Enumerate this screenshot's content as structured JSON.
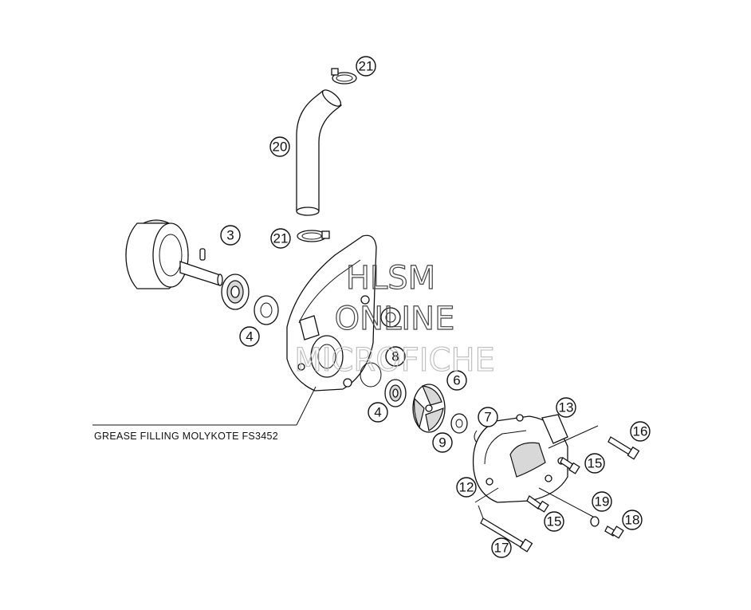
{
  "annotation": {
    "text": "GREASE FILLING MOLYKOTE FS3452"
  },
  "watermark": {
    "line1": "HLSM",
    "line2": "ONLINE",
    "line3": "MICROFICHE"
  },
  "callouts": [
    {
      "id": "c-21-top",
      "label": "21"
    },
    {
      "id": "c-20",
      "label": "20"
    },
    {
      "id": "c-3",
      "label": "3"
    },
    {
      "id": "c-21-bottom",
      "label": "21"
    },
    {
      "id": "c-4-left",
      "label": "4"
    },
    {
      "id": "c-8",
      "label": "8"
    },
    {
      "id": "c-6",
      "label": "6"
    },
    {
      "id": "c-4-right",
      "label": "4"
    },
    {
      "id": "c-13",
      "label": "13"
    },
    {
      "id": "c-7",
      "label": "7"
    },
    {
      "id": "c-9",
      "label": "9"
    },
    {
      "id": "c-16",
      "label": "16"
    },
    {
      "id": "c-15-top",
      "label": "15"
    },
    {
      "id": "c-12",
      "label": "12"
    },
    {
      "id": "c-19",
      "label": "19"
    },
    {
      "id": "c-15-bottom",
      "label": "15"
    },
    {
      "id": "c-18",
      "label": "18"
    },
    {
      "id": "c-17",
      "label": "17"
    }
  ]
}
